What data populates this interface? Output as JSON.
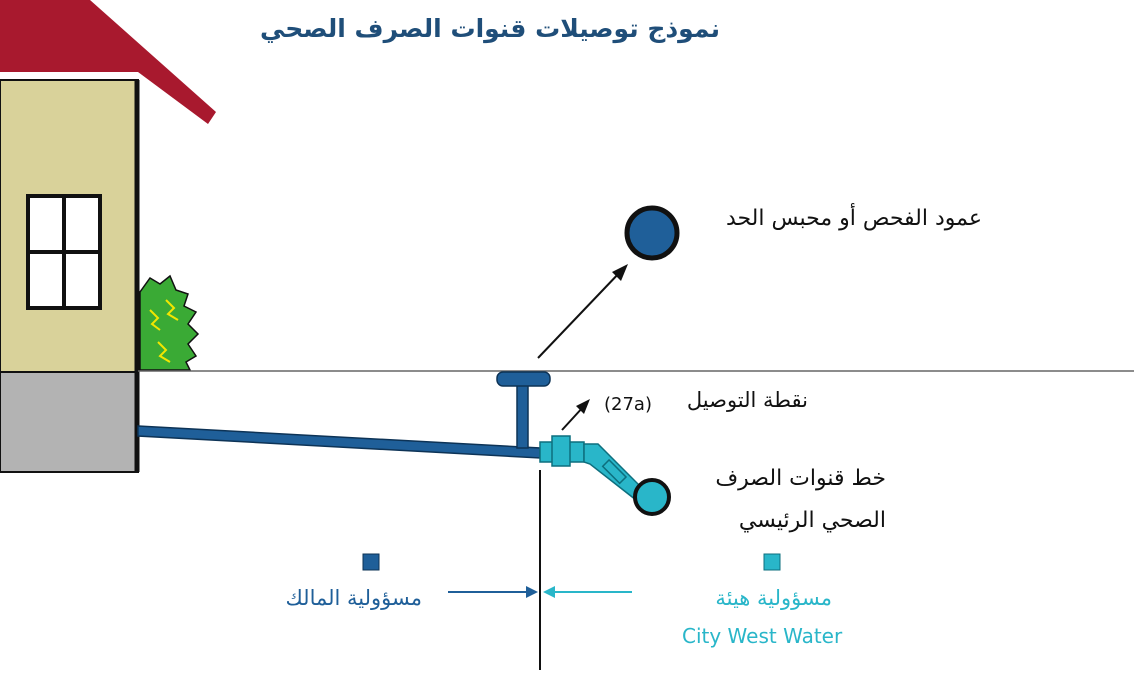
{
  "title": "نموذج توصيلات قنوات الصرف الصحي",
  "labels": {
    "inspection_shaft": "عمود الفحص أو محبس الحد",
    "connection_point": "نقطة التوصيل",
    "connection_point_code": "(27a)",
    "main_sewer_line_1": "خط قنوات الصرف",
    "main_sewer_line_2": "الصحي الرئيسي"
  },
  "legend": {
    "owner": "مسؤولية المالك",
    "authority": "مسؤولية هيئة",
    "authority_name": "City West Water"
  },
  "colors": {
    "title": "#1f4e79",
    "owner_blue": "#1f5f99",
    "authority_cyan": "#29b6c9",
    "roof_red": "#a8192e",
    "wall_tan": "#d9d29a",
    "foundation_grey": "#b3b3b3",
    "shrub_green": "#3aaa35"
  },
  "icons": [
    "house-icon",
    "window-icon",
    "shrub-icon",
    "inspection-shaft-icon",
    "main-sewer-pipe-icon"
  ]
}
